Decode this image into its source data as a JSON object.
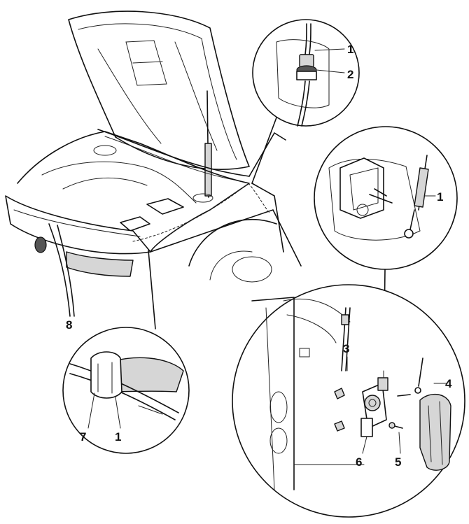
{
  "callouts": {
    "top_cable_1": "1",
    "top_nut_2": "2",
    "right_cable_1": "1",
    "lock_3": "3",
    "handle_4": "4",
    "screw_5": "5",
    "lever_6": "6",
    "clip_7": "7",
    "clip_cable_1": "1",
    "latch_8": "8"
  },
  "colors": {
    "line": "#111111",
    "background": "#ffffff",
    "shade": "#d6d6d6"
  }
}
